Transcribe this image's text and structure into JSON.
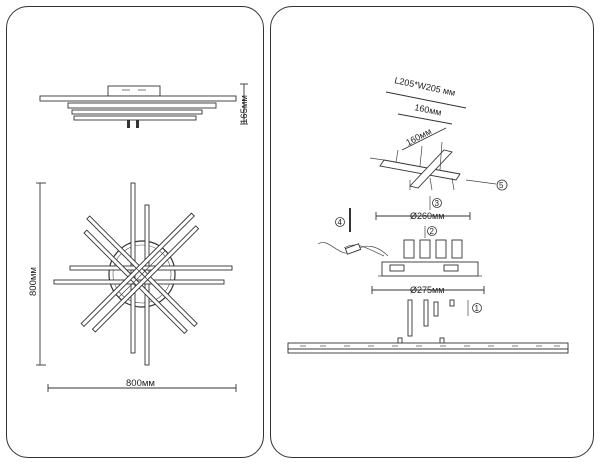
{
  "left": {
    "side_height_label": "165мм",
    "top_height_label": "800мм",
    "top_width_label": "800мм"
  },
  "right": {
    "bracket_size_label": "L205*W205 мм",
    "bracket_dim_a": "160мм",
    "bracket_dim_b": "160мм",
    "mount_diameter_label": "Ø260мм",
    "base_diameter_label": "Ø275мм",
    "step_numbers": [
      "1",
      "2",
      "3",
      "4",
      "5"
    ]
  }
}
